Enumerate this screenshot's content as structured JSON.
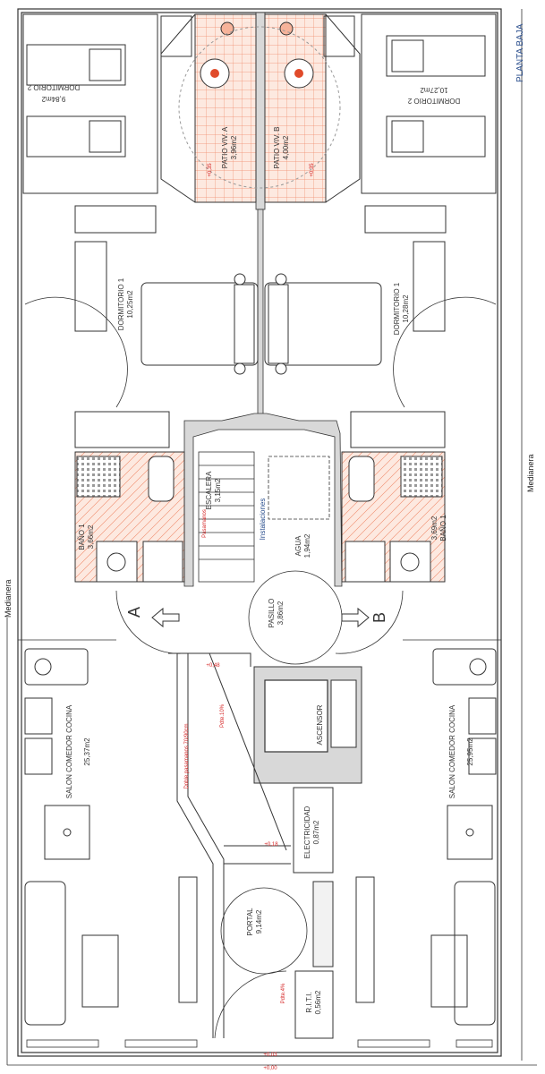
{
  "sheet": {
    "floor_label": "PLANTA BAJA",
    "party_wall_left": "Medianera",
    "party_wall_right": "Medianera"
  },
  "rooms": {
    "dorm2_a_name": "DORMITORIO 2",
    "dorm2_a_area": "9,84m2",
    "dorm2_b_name": "DORMITORIO 2",
    "dorm2_b_area": "10,27m2",
    "patio_a_name": "PATIO VIV. A",
    "patio_a_area": "3,96m2",
    "patio_b_name": "PATIO VIV. B",
    "patio_b_area": "4,00m2",
    "dorm1_a_name": "DORMITORIO 1",
    "dorm1_a_area": "10,25m2",
    "dorm1_b_name": "DORMITORIO 1",
    "dorm1_b_area": "10,28m2",
    "bath_a_name": "BAÑO 1",
    "bath_a_area": "3,66m2",
    "bath_b_name": "BAÑO 1",
    "bath_b_area": "3,69m2",
    "stair_name": "ESCALERA",
    "stair_area": "3,15m2",
    "installations": "Instalaciones",
    "water_name": "AGUA",
    "water_area": "1,94m2",
    "hall_name": "PASILLO",
    "hall_area": "3,86m2",
    "living_a_name": "SALON COMEDOR COCINA",
    "living_a_area": "25,37m2",
    "living_b_name": "SALON COMEDOR COCINA",
    "living_b_area": "25,95m2",
    "lift_name": "ASCENSOR",
    "elec_name": "ELECTRICIDAD",
    "elec_area": "0,87m2",
    "portal_name": "PORTAL",
    "portal_area": "9,14m2",
    "riti_name": "R.I.T.I.",
    "riti_area": "0,56m2"
  },
  "units": {
    "a": "A",
    "b": "B"
  },
  "levels": {
    "patio_a": "+0,35",
    "patio_b": "+0,35",
    "hall": "+0,48",
    "portal_upper": "+0,18",
    "entry": "+0,03",
    "street": "+0,00"
  },
  "notes": {
    "handrail": "Doble pasamanos 70/90cm",
    "ramp_slope": "Pdte.10%",
    "entry_slope": "Pdte.4%",
    "stair_note": "Pasamanos"
  },
  "colors": {
    "line": "#333333",
    "wall_fill": "#d8d8d8",
    "tile": "#f08a6a",
    "tile_fill": "#fde9e0",
    "level_red": "#d52424",
    "title_blue": "#2b4f8e"
  }
}
